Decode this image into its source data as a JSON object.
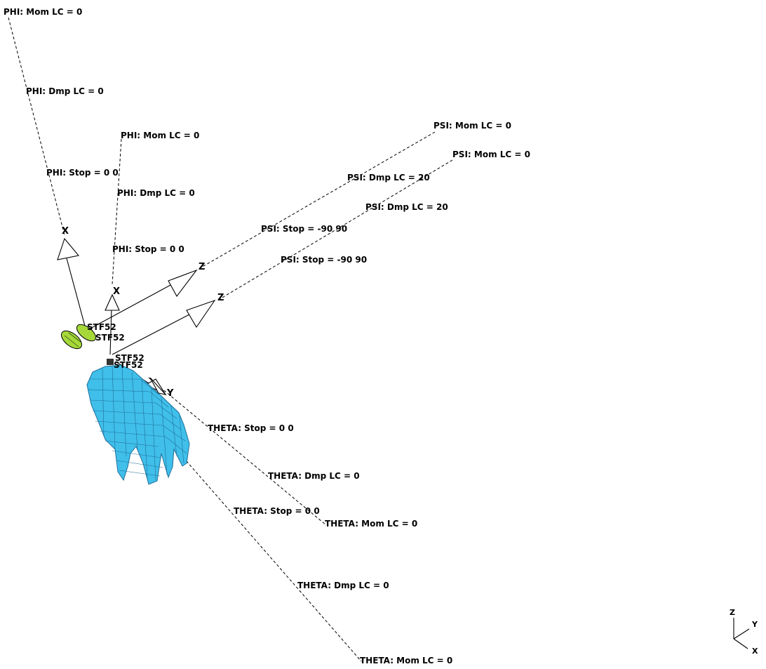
{
  "labels": {
    "phi_mom_1": "PHI: Mom LC = 0",
    "phi_dmp_1": "PHI: Dmp LC = 0",
    "phi_stop_1": "PHI: Stop = 0 0",
    "phi_mom_2": "PHI: Mom LC = 0",
    "phi_dmp_2": "PHI: Dmp LC = 0",
    "phi_stop_2": "PHI: Stop = 0 0",
    "psi_mom_1": "PSI: Mom LC = 0",
    "psi_dmp_1": "PSI: Dmp LC = 20",
    "psi_stop_1": "PSI: Stop = -90 90",
    "psi_mom_2": "PSI: Mom LC = 0",
    "psi_dmp_2": "PSI: Dmp LC = 20",
    "psi_stop_2": "PSI: Stop = -90 90",
    "theta_stop_1": "THETA: Stop = 0 0",
    "theta_dmp_1": "THETA: Dmp LC = 0",
    "theta_mom_1": "THETA: Mom LC = 0",
    "theta_stop_2": "THETA: Stop = 0 0",
    "theta_dmp_2": "THETA: Dmp LC = 0",
    "theta_mom_2": "THETA: Mom LC = 0"
  },
  "joint_names": {
    "stf_1": "STF52",
    "stf_2": "STF52",
    "stf_3": "STF52",
    "stf_4": "STF52"
  },
  "axis_letters": {
    "x1": "X",
    "x2": "X",
    "z1": "Z",
    "z2": "Z",
    "y1": "Y"
  },
  "triad": {
    "z": "Z",
    "y": "Y",
    "x": "X"
  },
  "colors": {
    "background": "#ffffff",
    "hand_fill": "#3fbfea",
    "hand_mesh": "#1f6f9a",
    "joint_body": "#a6d83a",
    "line": "#000000"
  }
}
